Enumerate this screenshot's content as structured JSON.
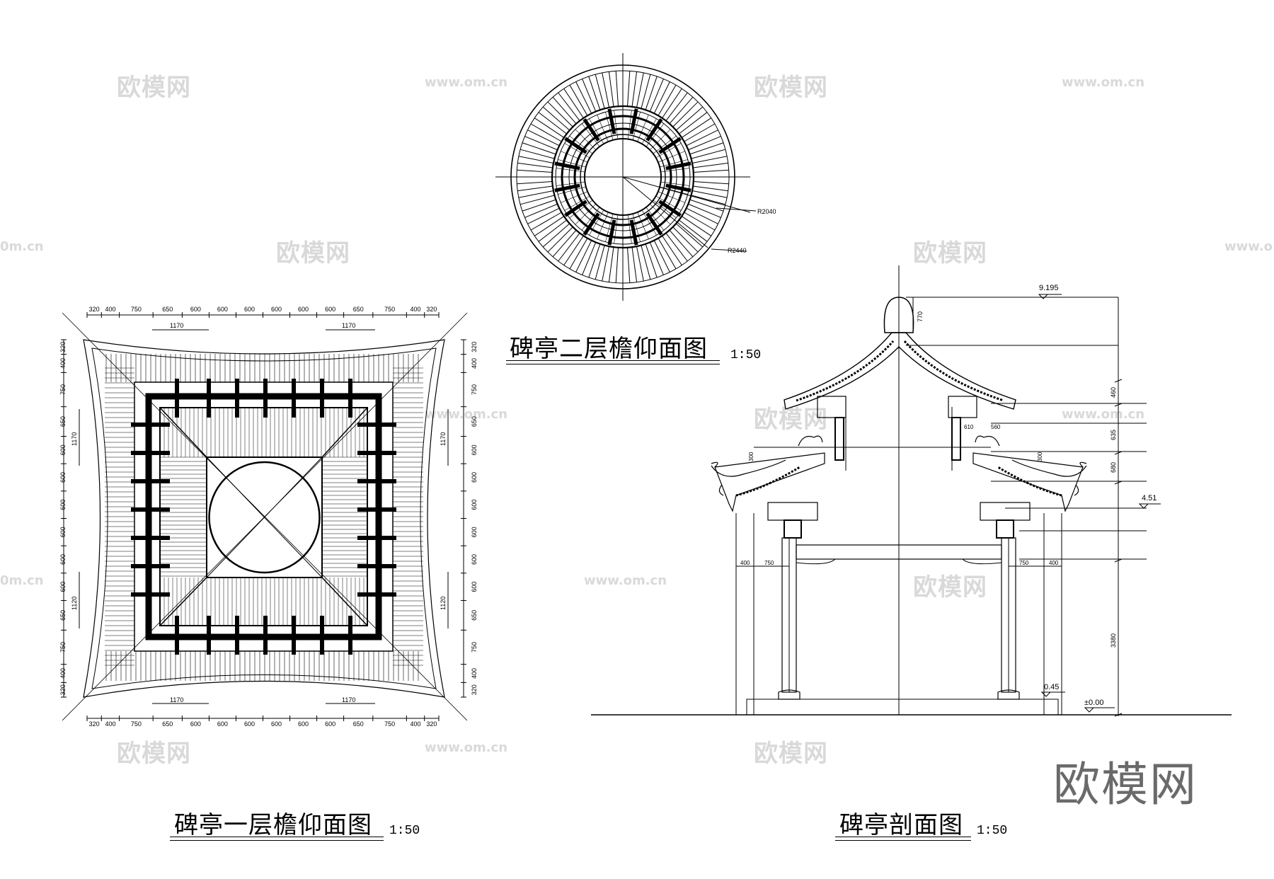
{
  "watermarks": {
    "cn": "欧模网",
    "url": "www.om.cn",
    "url_partial_left": "0m.cn",
    "url_partial_right": "www.o"
  },
  "brand_logo": "欧模网",
  "drawings": {
    "upper_eave": {
      "title": "碑亭二层檐仰面图",
      "scale": "1:50",
      "radius_inner": "R2040",
      "radius_outer": "R2440"
    },
    "lower_eave": {
      "title": "碑亭一层檐仰面图",
      "scale": "1:50",
      "dims_top": [
        "320",
        "400",
        "750",
        "650",
        "600",
        "600",
        "600",
        "600",
        "600",
        "600",
        "650",
        "750",
        "400",
        "320"
      ],
      "dims_side": [
        "320",
        "400",
        "750",
        "650",
        "600",
        "600",
        "600",
        "600",
        "600",
        "600",
        "650",
        "750",
        "400",
        "320"
      ],
      "dims_sub": "1170",
      "dims_sub_lower": "1120"
    },
    "section": {
      "title": "碑亭剖面图",
      "scale": "1:50",
      "elev_top": "9.195",
      "elev_mid": "4.51",
      "elev_base": "0.45",
      "elev_zero": "±0.00",
      "dims_right": [
        "770",
        "460",
        "635",
        "680",
        "3380"
      ],
      "dims_bottom_left": [
        "400",
        "750"
      ],
      "dims_bottom_right": [
        "750",
        "400"
      ],
      "dims_small_left": "300",
      "dims_small_right": "300",
      "dims_bracket": [
        "610",
        "560"
      ]
    }
  }
}
